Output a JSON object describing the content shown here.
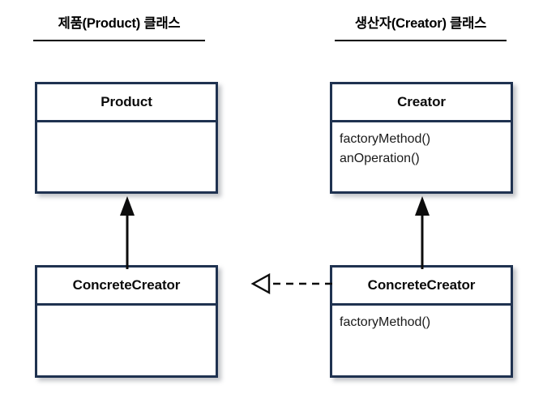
{
  "diagram": {
    "title_internal": "Factory Method Pattern UML Class Diagram",
    "colors": {
      "box_border": "#1f3250",
      "rule": "#000000",
      "connector": "#0d0d0d",
      "background": "#ffffff",
      "shadow": "#787c84"
    },
    "columns": [
      {
        "id": "product",
        "header": "제품(Product) 클래스"
      },
      {
        "id": "creator",
        "header": "생산자(Creator) 클래스"
      }
    ],
    "classes": [
      {
        "id": "product",
        "name": "Product",
        "members": []
      },
      {
        "id": "creator",
        "name": "Creator",
        "members": [
          "factoryMethod()",
          "anOperation()"
        ]
      },
      {
        "id": "concrete-product",
        "name": "ConcreteCreator",
        "members": []
      },
      {
        "id": "concrete-creator",
        "name": "ConcreteCreator",
        "members": [
          "factoryMethod()"
        ]
      }
    ],
    "connectors": [
      {
        "id": "product-inherit",
        "type": "generalization",
        "arrowhead": "solid-triangle",
        "line": "solid",
        "from": "concrete-product",
        "to": "product",
        "direction": "up"
      },
      {
        "id": "creator-inherit",
        "type": "generalization",
        "arrowhead": "solid-triangle",
        "line": "solid",
        "from": "concrete-creator",
        "to": "creator",
        "direction": "up"
      },
      {
        "id": "realization",
        "type": "realization",
        "arrowhead": "hollow-triangle",
        "line": "dashed",
        "from": "concrete-creator",
        "to": "concrete-product",
        "direction": "left"
      }
    ]
  }
}
